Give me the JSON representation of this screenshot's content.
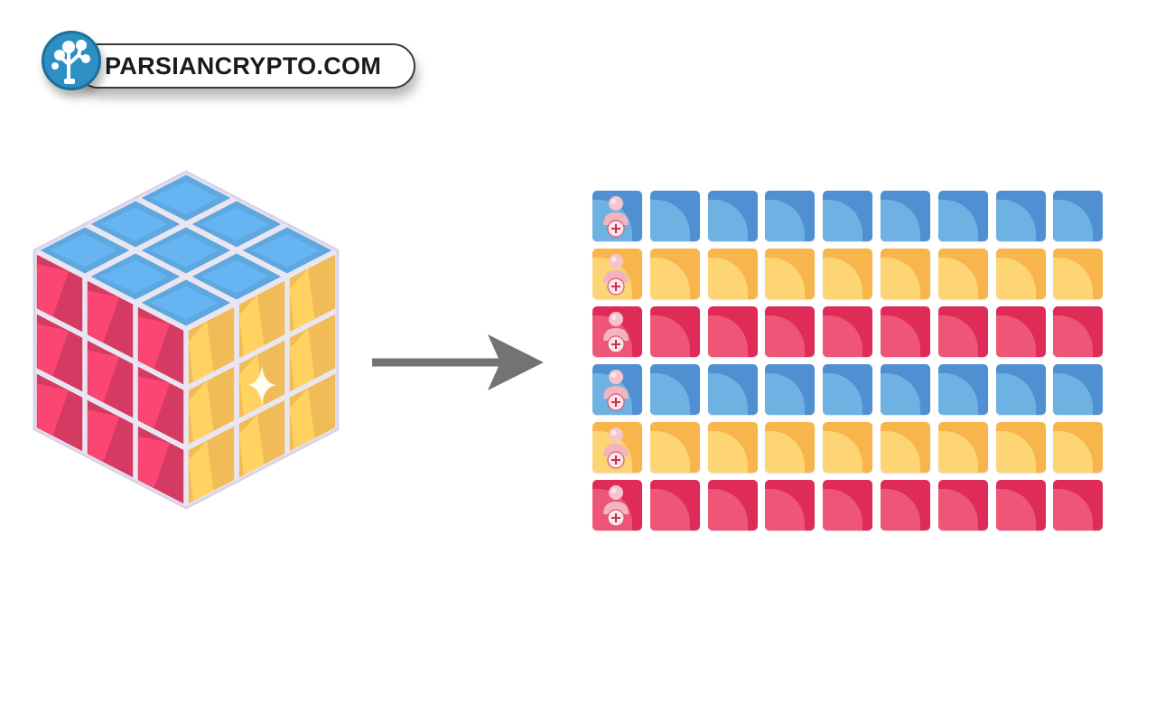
{
  "watermark": {
    "text": "PARSIANCRYPTO.COM",
    "icon": "tree-logo-icon",
    "circle_color": "#2d8fc4"
  },
  "diagram": {
    "left": {
      "object": "rubiks-cube",
      "face_colors": {
        "top": "#5ea7df",
        "left": "#e8406a",
        "right": "#fcc65c"
      },
      "highlight_icon": "sparkle-icon"
    },
    "connector": {
      "icon": "arrow-right-icon",
      "color": "#737373"
    },
    "right": {
      "object": "tile-grid",
      "columns": 9,
      "row_colors": [
        "blue",
        "yellow",
        "red",
        "blue",
        "yellow",
        "red"
      ],
      "first_column_icon": "person-add-icon",
      "palette": {
        "blue": "#4f8fd2",
        "yellow": "#f7b54b",
        "red": "#de2b58"
      }
    }
  }
}
